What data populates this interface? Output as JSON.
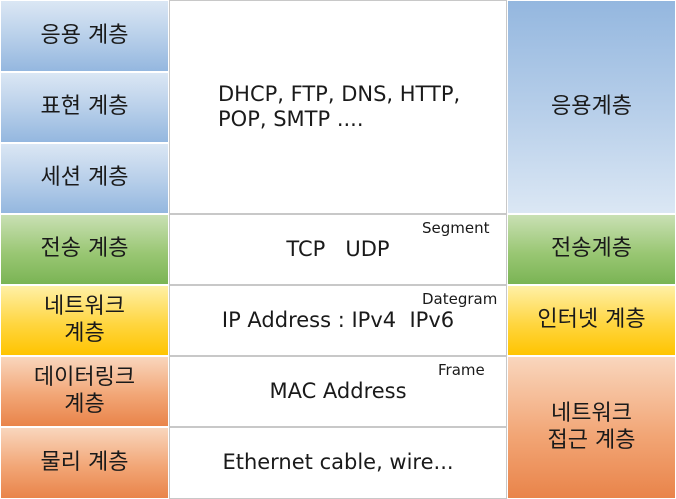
{
  "left_layers": [
    "응용 계층",
    "표현 계층",
    "세션 계층",
    "전송 계층",
    "네트워크\n계층",
    "데이터링크\n계층",
    "물리 계층"
  ],
  "middle": {
    "top_line1": "DHCP, FTP, DNS, HTTP,",
    "top_line2": "POP, SMTP ....",
    "transport": "TCP   UDP",
    "network": "IP Address : IPv4  IPv6",
    "datalink": "MAC Address",
    "physical": "Ethernet cable, wire..."
  },
  "tags": {
    "segment": "Segment",
    "dategram": "Dategram",
    "frame": "Frame"
  },
  "right_layers": [
    "응용계층",
    "전송계층",
    "인터넷 계층",
    "네트워크\n접근 계층"
  ],
  "colors": {
    "application": "#b9d0ea",
    "transport": "#9ac774",
    "network": "#ffd640",
    "link": "#f2a676"
  }
}
